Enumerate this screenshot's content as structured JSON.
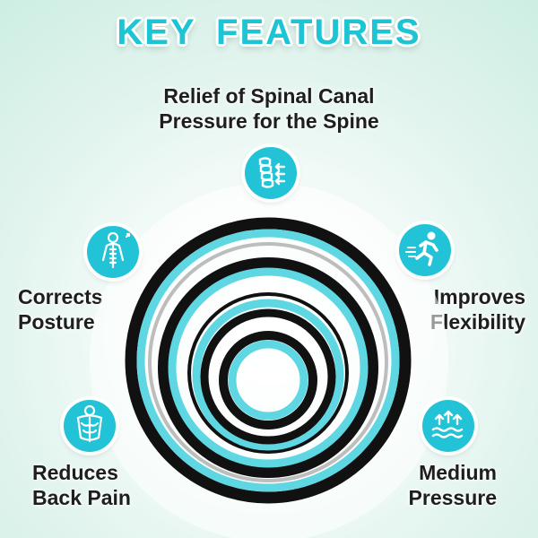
{
  "header": {
    "title": "KEY FEATURES"
  },
  "features": {
    "spinal": {
      "line1": "Relief of Spinal Canal",
      "line2": "Pressure for the Spine",
      "icon": "spine-icon"
    },
    "posture": {
      "line1": "Corrects",
      "line2": "Posture",
      "icon": "posture-icon"
    },
    "back_pain": {
      "line1": "Reduces",
      "line2": "Back Pain",
      "icon": "back-muscles-icon"
    },
    "flexibility": {
      "line1": "Improves",
      "line2": "Flexibility",
      "icon": "runner-icon"
    },
    "pressure": {
      "line1": "Medium",
      "line2": "Pressure",
      "icon": "pressure-waves-icon"
    }
  },
  "colors": {
    "accent": "#1dc4d3",
    "icon_bg": "#22c3d6",
    "ring_dark": "#111111",
    "ring_light": "#5fd7e3",
    "ring_gray": "#bdbdbd"
  },
  "product": {
    "rings": 5
  }
}
